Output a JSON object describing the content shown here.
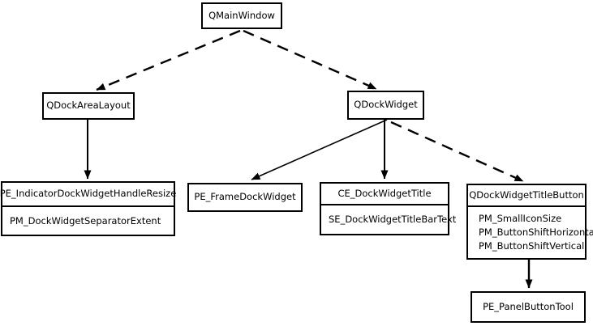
{
  "diagram": {
    "type": "class-relationship-tree",
    "colors": {
      "background": "#ffffff",
      "node_fill": "#ffffff",
      "node_border": "#000000",
      "edge": "#000000",
      "text": "#000000"
    },
    "nodes": {
      "qmainwindow": {
        "title": "QMainWindow"
      },
      "qdockarealayout": {
        "title": "QDockAreaLayout"
      },
      "qdockwidget": {
        "title": "QDockWidget"
      },
      "dockhandle": {
        "title": "PE_IndicatorDockWidgetHandleResize",
        "items": [
          "PM_DockWidgetSeparatorExtent"
        ]
      },
      "framedock": {
        "title": "PE_FrameDockWidget"
      },
      "docktitle": {
        "title": "CE_DockWidgetTitle",
        "items": [
          "SE_DockWidgetTitleBarText"
        ]
      },
      "titlebutton": {
        "title": "QDockWidgetTitleButton",
        "items": [
          "PM_SmallIconSize",
          "PM_ButtonShiftHorizontal",
          "PM_ButtonShiftVertical"
        ]
      },
      "panelbutton": {
        "title": "PE_PanelButtonTool"
      }
    },
    "edges": [
      {
        "from": "QMainWindow",
        "to": "QDockAreaLayout",
        "style": "dashed",
        "arrow": "filled"
      },
      {
        "from": "QMainWindow",
        "to": "QDockWidget",
        "style": "dashed",
        "arrow": "filled"
      },
      {
        "from": "QDockAreaLayout",
        "to": "PE_IndicatorDockWidgetHandleResize",
        "style": "solid",
        "arrow": "filled"
      },
      {
        "from": "QDockWidget",
        "to": "PE_FrameDockWidget",
        "style": "solid",
        "arrow": "filled"
      },
      {
        "from": "QDockWidget",
        "to": "CE_DockWidgetTitle",
        "style": "solid",
        "arrow": "filled"
      },
      {
        "from": "QDockWidget",
        "to": "QDockWidgetTitleButton",
        "style": "dashed",
        "arrow": "filled"
      },
      {
        "from": "QDockWidgetTitleButton",
        "to": "PE_PanelButtonTool",
        "style": "solid",
        "arrow": "filled"
      }
    ]
  }
}
